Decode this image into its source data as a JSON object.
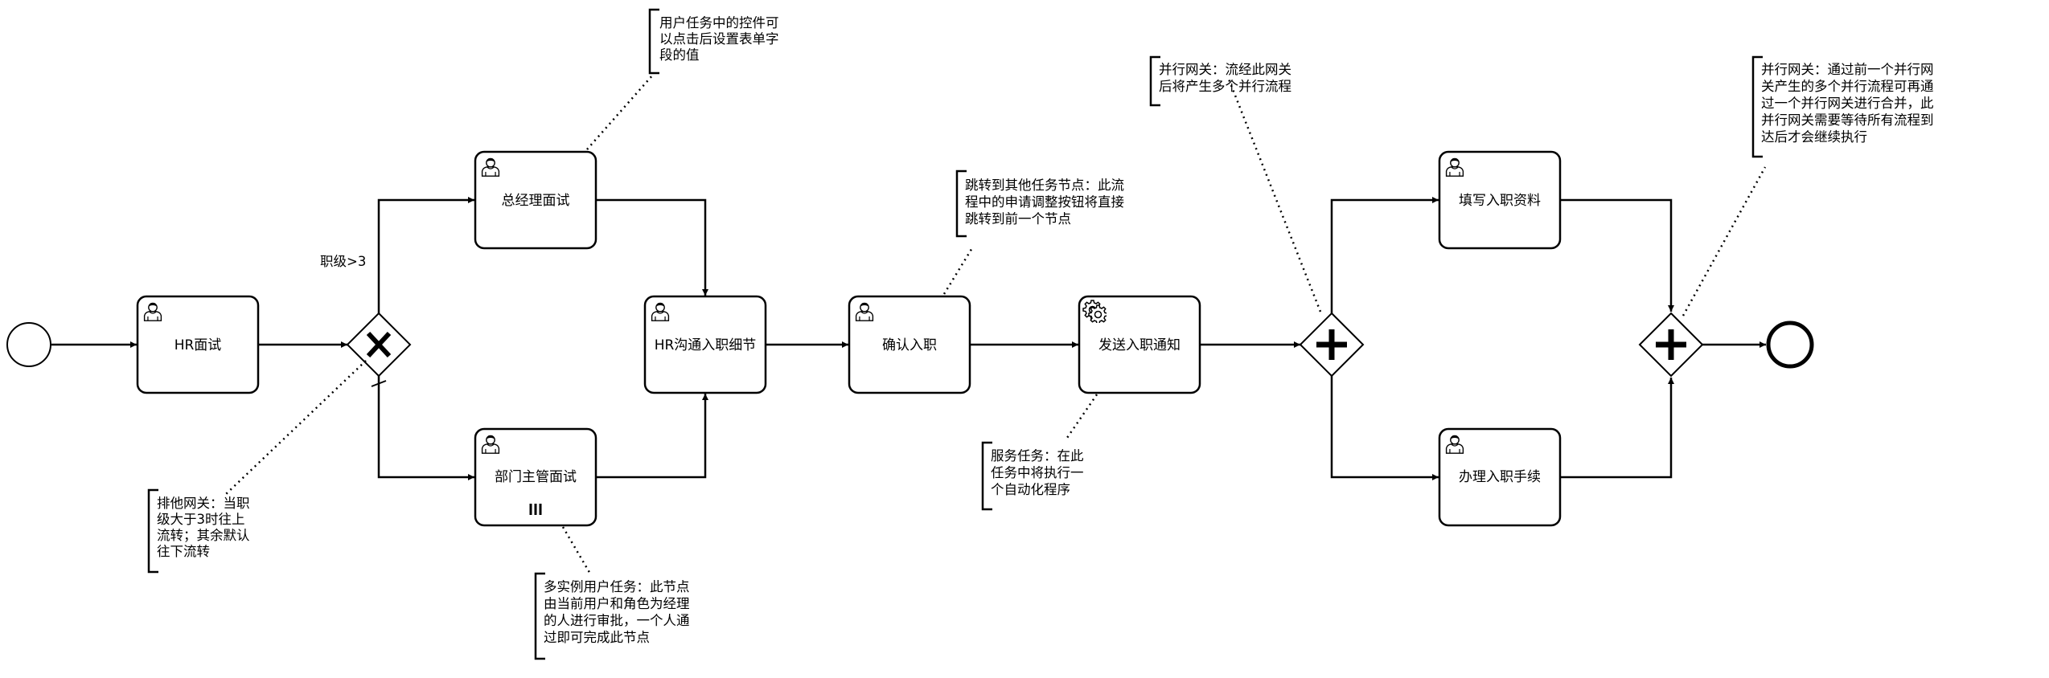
{
  "tasks": {
    "hr_interview": "HR面试",
    "gm_interview": "总经理面试",
    "dept_interview": "部门主管面试",
    "hr_communicate": "HR沟通入职细节",
    "confirm": "确认入职",
    "send_notice": "发送入职通知",
    "fill_info": "填写入职资料",
    "procedures": "办理入职手续"
  },
  "condition_label": "职级>3",
  "annotations": {
    "user_task": [
      "用户任务中的控件可",
      "以点击后设置表单字",
      "段的值"
    ],
    "exclusive_gateway": [
      "排他网关：当职",
      "级大于3时往上",
      "流转；其余默认",
      "往下流转"
    ],
    "multi_instance": [
      "多实例用户任务：此节点",
      "由当前用户和角色为经理",
      "的人进行审批，一个人通",
      "过即可完成此节点"
    ],
    "jump": [
      "跳转到其他任务节点：此流",
      "程中的申请调整按钮将直接",
      "跳转到前一个节点"
    ],
    "service_task": [
      "服务任务：在此",
      "任务中将执行一",
      "个自动化程序"
    ],
    "parallel_split": [
      "并行网关：流经此网关",
      "后将产生多个并行流程"
    ],
    "parallel_join": [
      "并行网关：通过前一个并行网",
      "关产生的多个并行流程可再通",
      "过一个并行网关进行合并，此",
      "并行网关需要等待所有流程到",
      "达后才会继续执行"
    ]
  }
}
